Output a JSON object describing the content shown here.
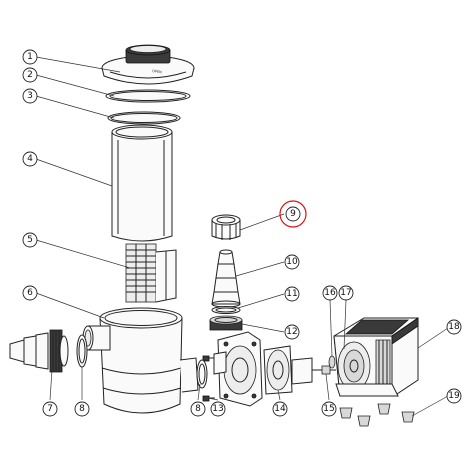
{
  "callouts": [
    {
      "id": "c1",
      "label": "1"
    },
    {
      "id": "c2",
      "label": "2"
    },
    {
      "id": "c3",
      "label": "3"
    },
    {
      "id": "c4",
      "label": "4"
    },
    {
      "id": "c5",
      "label": "5"
    },
    {
      "id": "c6",
      "label": "6"
    },
    {
      "id": "c7",
      "label": "7"
    },
    {
      "id": "c8a",
      "label": "8"
    },
    {
      "id": "c8b",
      "label": "8"
    },
    {
      "id": "c9",
      "label": "9"
    },
    {
      "id": "c10",
      "label": "10"
    },
    {
      "id": "c11",
      "label": "11"
    },
    {
      "id": "c12",
      "label": "12"
    },
    {
      "id": "c13",
      "label": "13"
    },
    {
      "id": "c14",
      "label": "14"
    },
    {
      "id": "c15",
      "label": "15"
    },
    {
      "id": "c16",
      "label": "16"
    },
    {
      "id": "c17",
      "label": "17"
    },
    {
      "id": "c18",
      "label": "18"
    },
    {
      "id": "c19",
      "label": "19"
    }
  ],
  "highlighted_part": "9",
  "highlight_color": "#dd1111"
}
